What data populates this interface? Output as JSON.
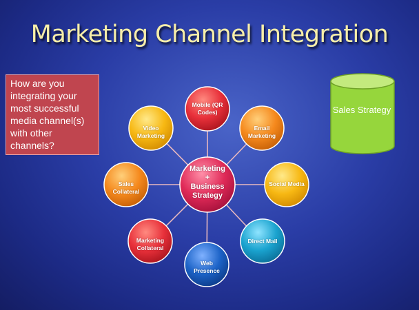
{
  "slide": {
    "title": "Marketing Channel Integration",
    "question": "How are you integrating your most successful media channel(s) with other channels?",
    "cylinder_label": "Sales Strategy"
  },
  "hub": {
    "line1": "Marketing",
    "line2": "+",
    "line3": "Business",
    "line4": "Strategy"
  },
  "nodes": [
    {
      "label": "Mobile (QR Codes)",
      "color": "red"
    },
    {
      "label": "Email Marketing",
      "color": "orange"
    },
    {
      "label": "Social Media",
      "color": "yellow"
    },
    {
      "label": "Direct Mail",
      "color": "teal"
    },
    {
      "label": "Web Presence",
      "color": "blue"
    },
    {
      "label": "Marketing Collateral",
      "color": "red"
    },
    {
      "label": "Sales Collateral",
      "color": "orange"
    },
    {
      "label": "Video Marketing",
      "color": "yellow"
    }
  ],
  "colors": {
    "red": "#e8303a",
    "orange": "#f5891d",
    "yellow": "#f7b813",
    "teal": "#1aa3cf",
    "blue": "#1c63c7",
    "hub": "#e02a58",
    "cylinder": "#96d63c",
    "question_box": "#c0454f"
  }
}
